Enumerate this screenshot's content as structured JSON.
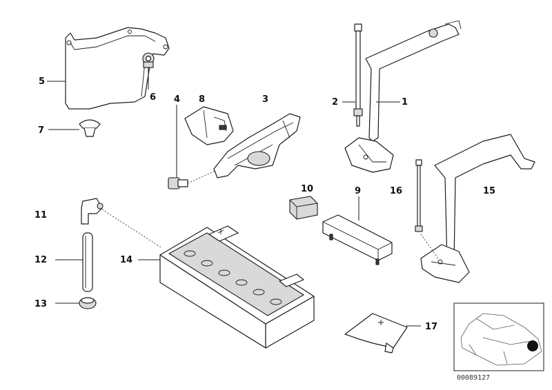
{
  "callouts": [
    {
      "id": "1",
      "label": "1"
    },
    {
      "id": "2",
      "label": "2"
    },
    {
      "id": "3",
      "label": "3"
    },
    {
      "id": "4",
      "label": "4"
    },
    {
      "id": "5",
      "label": "5"
    },
    {
      "id": "6",
      "label": "6"
    },
    {
      "id": "7",
      "label": "7"
    },
    {
      "id": "8",
      "label": "8"
    },
    {
      "id": "9",
      "label": "9"
    },
    {
      "id": "10",
      "label": "10"
    },
    {
      "id": "11",
      "label": "11"
    },
    {
      "id": "12",
      "label": "12"
    },
    {
      "id": "13",
      "label": "13"
    },
    {
      "id": "14",
      "label": "14"
    },
    {
      "id": "15",
      "label": "15"
    },
    {
      "id": "16",
      "label": "16"
    },
    {
      "id": "17",
      "label": "17"
    }
  ],
  "reference_code": "00089127",
  "inset": {
    "icon": "car-location-icon"
  }
}
